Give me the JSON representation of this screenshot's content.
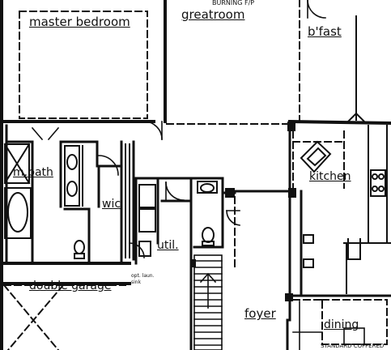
{
  "rooms": {
    "master_bedroom": "master bedroom",
    "greatroom": "greatroom",
    "bfast": "b'fast",
    "m_bath": "m.bath",
    "kitchen": "kitchen",
    "wic": "wic",
    "util": "util.",
    "double_garage": "double garage",
    "foyer": "foyer",
    "dining": "dining"
  },
  "notes": {
    "burning_fp": "BURNING F/P",
    "opt_laun_sink_line1": "opt. laun.",
    "opt_laun_sink_line2": "sink",
    "standard_coffered": "STANDARD COFFERED"
  },
  "colors": {
    "ink": "#111111",
    "paper": "#ffffff"
  }
}
